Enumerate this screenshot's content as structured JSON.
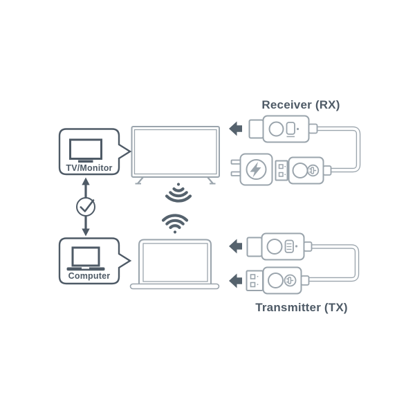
{
  "diagram": {
    "receiver": {
      "label": "Receiver (RX)"
    },
    "transmitter": {
      "label": "Transmitter (TX)"
    },
    "callouts": {
      "tv": {
        "label": "TV/Monitor",
        "icon": "monitor-icon"
      },
      "computer": {
        "label": "Computer",
        "icon": "laptop-icon"
      },
      "link_icon": "check-circle-icon"
    },
    "icons": {
      "tv_signal": "wifi-down-icon",
      "computer_signal": "wifi-up-icon",
      "power_adapter": "lightning-bolt-icon",
      "receiver_connectors": [
        "hdmi-plug-icon",
        "usb-plug-icon",
        "power-plug-icon"
      ],
      "transmitter_connectors": [
        "hdmi-plug-icon",
        "usb-plug-icon",
        "power-plug-icon"
      ],
      "direction_arrows": "left-arrow-icon"
    },
    "colors": {
      "line_gray": "#9aa4ac",
      "dark_slate": "#4e5a66",
      "arrow_gray": "#55626d",
      "background": "#ffffff"
    }
  }
}
